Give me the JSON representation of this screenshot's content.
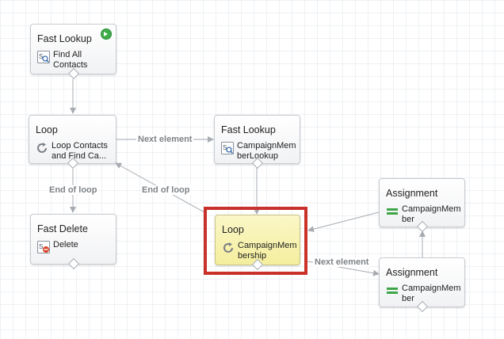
{
  "nodes": {
    "fast_lookup_contacts": {
      "type": "Fast Lookup",
      "label": "Find All\nContacts"
    },
    "loop_contacts": {
      "type": "Loop",
      "label": "Loop Contacts\nand Find Ca..."
    },
    "fast_lookup_campaign": {
      "type": "Fast Lookup",
      "label": "CampaignMem\nberLookup"
    },
    "fast_delete": {
      "type": "Fast Delete",
      "label": "Delete"
    },
    "loop_membership": {
      "type": "Loop",
      "label": "CampaignMem\nbership"
    },
    "assignment_top": {
      "type": "Assignment",
      "label": "CampaignMem\nber"
    },
    "assignment_bottom": {
      "type": "Assignment",
      "label": "CampaignMem\nber"
    }
  },
  "connectors": {
    "next_element_1": "Next element",
    "end_of_loop_1": "End of loop",
    "end_of_loop_2": "End of loop",
    "next_element_2": "Next element"
  },
  "colors": {
    "selected_outline": "#c9312a",
    "selected_fill": "#f4ee9e",
    "connector": "#a7acb2",
    "label": "#7f8386"
  }
}
